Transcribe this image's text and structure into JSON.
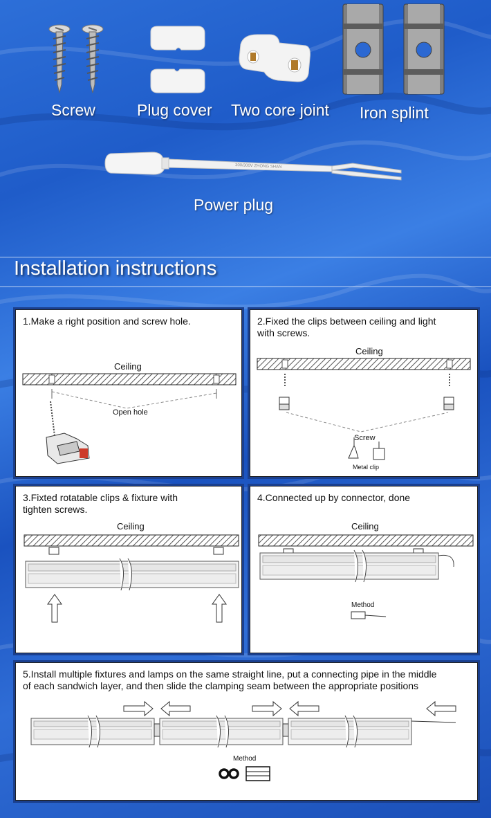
{
  "parts": {
    "screw": "Screw",
    "plug_cover": "Plug cover",
    "two_core_joint": "Two core joint",
    "iron_splint": "Iron splint",
    "power_plug": "Power plug"
  },
  "section_title": "Installation instructions",
  "steps": {
    "s1": {
      "text": "1.Make a right position and screw hole.",
      "ceiling": "Ceiling",
      "open_hole": "Open hole"
    },
    "s2": {
      "text": "2.Fixed the clips between ceiling and light\n   with screws.",
      "ceiling": "Ceiling",
      "screw": "Screw",
      "metal_clip": "Metal clip"
    },
    "s3": {
      "text": "3.Fixted rotatable clips & fixture with\n   tighten screws.",
      "ceiling": "Ceiling"
    },
    "s4": {
      "text": "4.Connected up by connector, done",
      "ceiling": "Ceiling",
      "method": "Method"
    },
    "s5": {
      "text": "5.Install multiple fixtures and lamps on the same straight line, put a connecting pipe in the middle\n   of each sandwich layer, and then slide the clamping seam between the appropriate positions",
      "method": "Method"
    }
  },
  "cable_print": "300/300V  ZHONG  SHAN",
  "colors": {
    "background": "#2466d2",
    "panel": "#ffffff",
    "ceiling_hatch": "#555555"
  }
}
